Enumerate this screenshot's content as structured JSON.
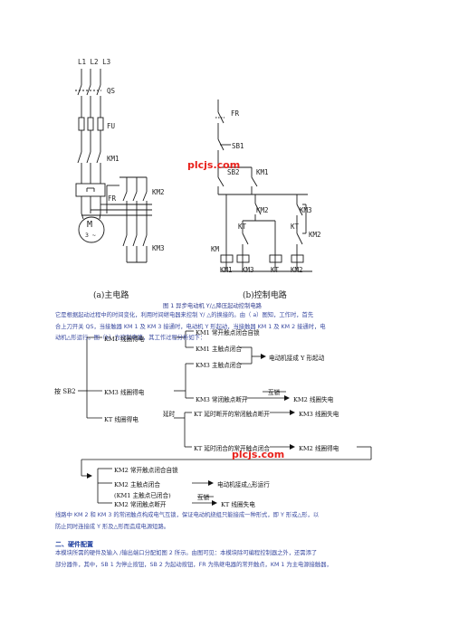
{
  "watermark": "plcjs.com",
  "main_circuit": {
    "phase_labels": [
      "L1",
      "L2",
      "L3"
    ],
    "qs": "QS",
    "fu": "FU",
    "km1": "KM1",
    "km2": "KM2",
    "km3": "KM3",
    "fr": "FR",
    "motor_m": "M",
    "motor_sub": "3 ~",
    "caption": "(a)主电路"
  },
  "control_circuit": {
    "fr": "FR",
    "sb1": "SB1",
    "sb2": "SB2",
    "km1": "KM1",
    "km2": "KM2",
    "km3": "KM3",
    "kt": "KT",
    "km": "KM",
    "km2_side": "KM2",
    "coil_labels": [
      "KM1",
      "KM3",
      "KT",
      "KM2"
    ],
    "caption": "(b)控制电路"
  },
  "figure_caption": "图 1  异步电动机 Y/△降压起动控制电路",
  "paragraph1": [
    "它是根据起动过程中的时间变化，利用时间继电器来控制 Y/ △的换接的。由（ a）图知，工作时，首先",
    "合上刀开关 QS，当接触器 KM 1 及 KM 3 接通时，电动机 Y 形起动，当接触器 KM 1 及 KM 2 接通时，电",
    "动机△形运行。图（b）为控制电路，其工作过程分析如下："
  ],
  "flow": {
    "start": "按 SB2",
    "l1": "KM1 线圈得电",
    "l1a": "KM1 常开触点闭合自锁",
    "l1b": "KM1 主触点闭合",
    "l2": "KM3 线圈得电",
    "l2a": "KM3 主触点闭合",
    "motor_y": "电动机接成 Y 形起动",
    "l2b": "KM3 常闭触点断开",
    "interlock1": "互锁",
    "km2_off": "KM2 线圈失电",
    "l3": "KT 线圈得电",
    "delay": "延时",
    "kt_nc": "KT 延时断开的常闭触点断开",
    "km3_off": "KM3 线圈失电",
    "kt_no": "KT 延时闭合的常开触点闭合",
    "km2_on": "KM2 线圈得电",
    "b1": "KM2 常开触点闭合自锁",
    "b2": "KM2 主触点闭合",
    "b2b": "(KM1 主触点已闭合)",
    "motor_d": "电动机接成△形运行",
    "b3": "KM2 常闭触点断开",
    "interlock2": "互锁",
    "kt_off": "KT 线圈失电"
  },
  "paragraph2": [
    "线路中 KM 2 和 KM 3 的常闭触点构成电气互锁，保证电动机绕组只能接成一种形式，即 Y 形或△形，以",
    "防止同时连接成 Y 形及△形而造成电源短路。"
  ],
  "section_heading": "二、硬件配置",
  "paragraph3": [
    "本模块所需的硬件及输入 /输出端口分配如图 2 所示。由图可见：本模块除可编程控制器之外，还需添了",
    "部分器件，其中，SB 1 为停止按钮，SB 2 为起动按钮，FR 为热继电器的常开触点，KM 1 为主电源接触器，"
  ]
}
